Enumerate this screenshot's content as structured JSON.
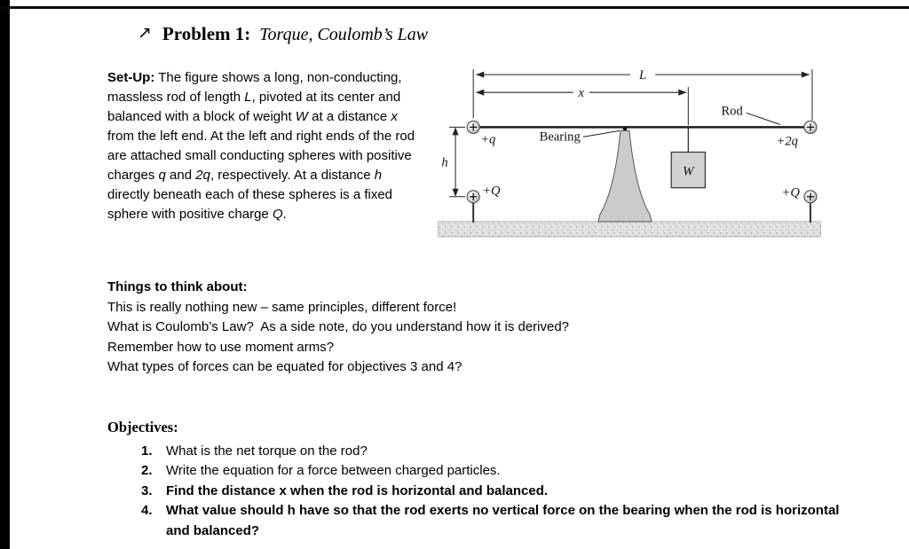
{
  "title": {
    "icon": "↗",
    "prefix": "Problem 1:",
    "rest": "Torque, Coulomb’s Law"
  },
  "setup": {
    "segments": [
      {
        "t": "Set-Up:",
        "b": true
      },
      {
        "t": " The figure shows a long, non-conducting, massless rod of length "
      },
      {
        "t": "L",
        "i": true
      },
      {
        "t": ", pivoted at its center and balanced with a block of weight "
      },
      {
        "t": "W",
        "i": true
      },
      {
        "t": " at a distance "
      },
      {
        "t": "x",
        "i": true
      },
      {
        "t": " from the left end. At the left and right ends of the rod are attached small conducting spheres with positive charges "
      },
      {
        "t": "q",
        "i": true
      },
      {
        "t": " and "
      },
      {
        "t": "2q",
        "i": true
      },
      {
        "t": ", respectively. At a distance "
      },
      {
        "t": "h",
        "i": true
      },
      {
        "t": " directly beneath each of these spheres is a fixed sphere with positive charge "
      },
      {
        "t": "Q",
        "i": true
      },
      {
        "t": "."
      }
    ]
  },
  "figure": {
    "labels": {
      "dim_L": "L",
      "dim_x": "x",
      "dim_h": "h",
      "rod": "Rod",
      "bearing": "Bearing",
      "weight": "W",
      "charge_left_top": "+q",
      "charge_right_top": "+2q",
      "charge_left_bottom": "+Q",
      "charge_right_bottom": "+Q"
    }
  },
  "think": {
    "heading": "Things to think about:",
    "lines": [
      "This is really nothing new – same principles, different force!",
      "What is Coulomb’s Law?  As a side note, do you understand how it is derived?",
      "Remember how to use moment arms?",
      "What types of forces can be equated for objectives 3 and 4?"
    ]
  },
  "objectives": {
    "heading": "Objectives:",
    "items": [
      {
        "n": "1.",
        "t": "What is the net torque on the rod?"
      },
      {
        "n": "2.",
        "t": "Write the equation for a force between charged particles."
      },
      {
        "n": "3.",
        "t": "Find the distance x when the rod is horizontal and balanced."
      },
      {
        "n": "4.",
        "t": "What value should h have so that the rod exerts no vertical force on the bearing when the rod is horizontal and balanced?"
      }
    ]
  }
}
